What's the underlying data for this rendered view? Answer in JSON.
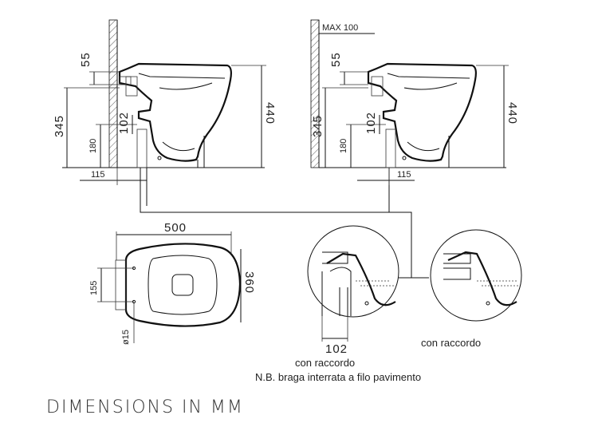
{
  "labels": {
    "side_left": {
      "d55": "55",
      "d345": "345",
      "d180": "180",
      "d102": "102",
      "d440": "440",
      "d115": "115"
    },
    "side_right": {
      "max100": "MAX 100",
      "d55": "55",
      "d345": "345",
      "d180": "180",
      "d102": "102",
      "d440": "440",
      "d115": "115"
    },
    "top_view": {
      "width": "500",
      "depth": "360",
      "d155": "155",
      "d15": "ø15"
    },
    "detail_left": {
      "d102": "102",
      "caption1": "con raccordo",
      "caption2": "N.B. braga interrata a filo pavimento"
    },
    "detail_right": {
      "caption": "con raccordo"
    }
  },
  "footer": {
    "title": "DIMENSIONS IN MM"
  }
}
